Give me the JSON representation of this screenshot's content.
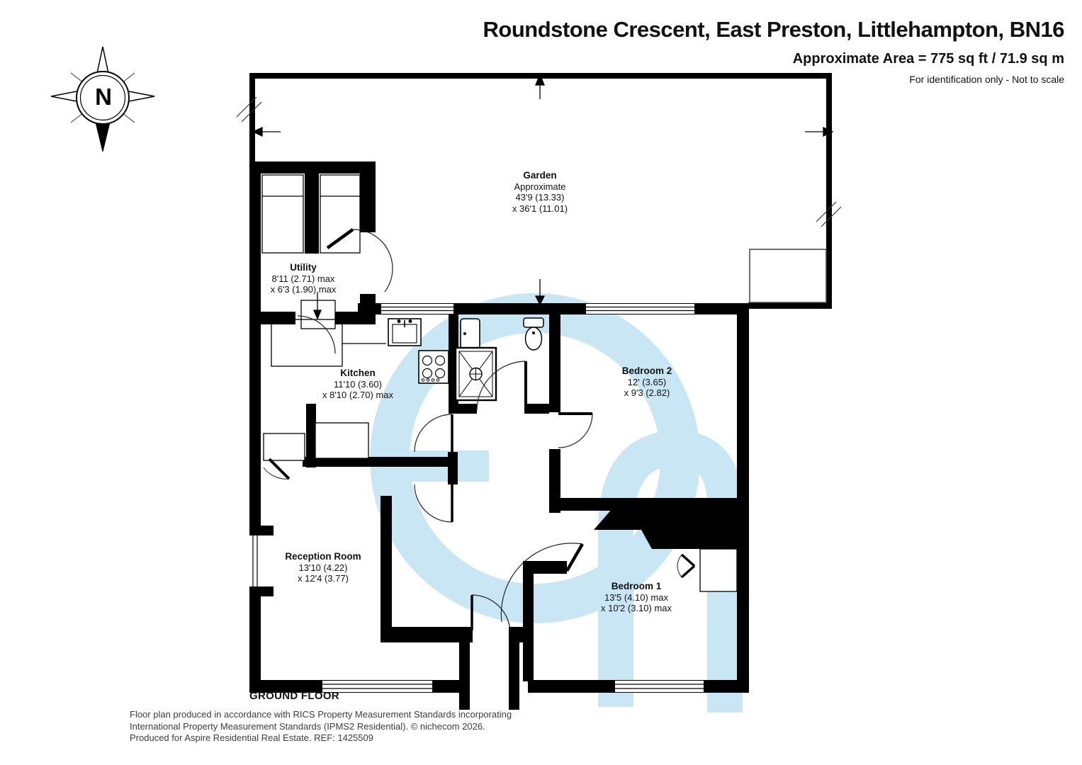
{
  "header": {
    "title": "Roundstone Crescent, East Preston, Littlehampton, BN16",
    "area_line": "Approximate Area = 775 sq ft / 71.9 sq m",
    "disclaimer": "For identification only - Not to scale"
  },
  "compass": {
    "north_label": "N"
  },
  "floor_label": "GROUND FLOOR",
  "rooms": {
    "garden": {
      "name": "Garden",
      "line1": "Approximate",
      "line2": "43'9 (13.33)",
      "line3": "x 36'1 (11.01)"
    },
    "utility": {
      "name": "Utility",
      "line1": "8'11 (2.71) max",
      "line2": "x 6'3 (1.90) max"
    },
    "kitchen": {
      "name": "Kitchen",
      "line1": "11'10 (3.60)",
      "line2": "x 8'10 (2.70) max"
    },
    "bedroom2": {
      "name": "Bedroom 2",
      "line1": "12' (3.65)",
      "line2": "x 9'3 (2.82)"
    },
    "reception": {
      "name": "Reception Room",
      "line1": "13'10 (4.22)",
      "line2": "x 12'4 (3.77)"
    },
    "bedroom1": {
      "name": "Bedroom 1",
      "line1": "13'5 (4.10) max",
      "line2": "x 10'2 (3.10) max"
    }
  },
  "footer": {
    "line1": "Floor plan produced in accordance with RICS Property Measurement Standards incorporating",
    "line2": "International Property Measurement Standards (IPMS2 Residential).   © nichecom 2026.",
    "line3": "Produced for Aspire Residential Real Estate.   REF:  1425509"
  },
  "colors": {
    "wall": "#000000",
    "watermark": "#C9E6F5",
    "footer_text": "#3c3c3c"
  }
}
